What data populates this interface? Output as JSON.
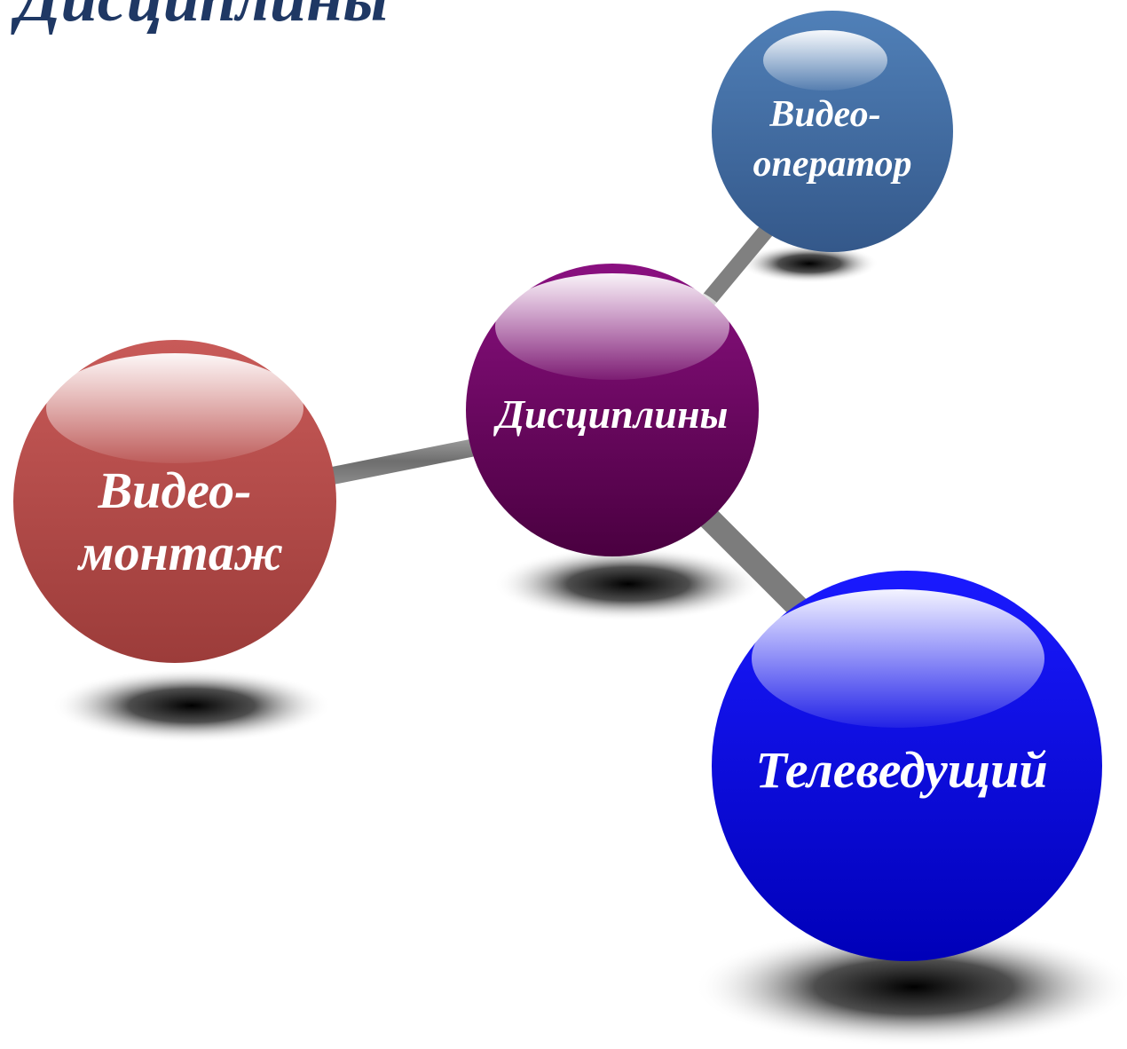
{
  "title": "Дисциплины",
  "nodes": {
    "center": {
      "label": "Дисциплины",
      "color": "#7a0a6e"
    },
    "videomontage": {
      "line1": "Видео-",
      "line2": "монтаж",
      "color": "#b04848"
    },
    "videooperator": {
      "line1": "Видео-",
      "line2": "оператор",
      "color": "#3d6aa3"
    },
    "televeduschiy": {
      "label": "Телеведущий",
      "color": "#0000e0"
    }
  },
  "colors": {
    "title": "#1f3864",
    "connector": "#7a7a7a",
    "shadow": "#000000"
  }
}
